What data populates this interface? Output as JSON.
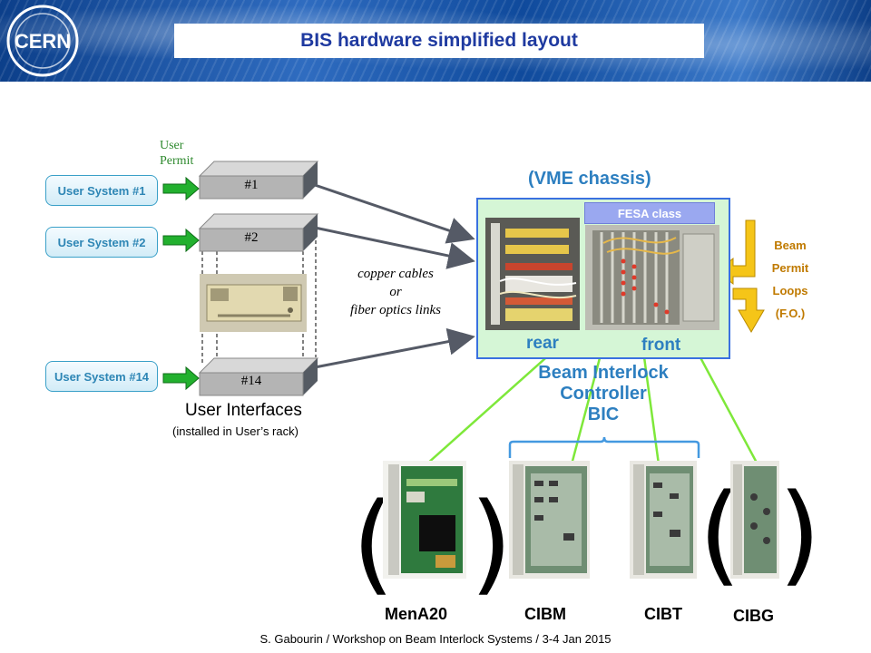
{
  "title": "BIS hardware simplified layout",
  "user_permit": "User Permit",
  "user_systems": [
    "User System #1",
    "User System #2",
    "User System #14"
  ],
  "ui_boxes": [
    "#1",
    "#2",
    "#14"
  ],
  "user_interfaces_title": "User Interfaces",
  "user_interfaces_sub": "(installed in User’s rack)",
  "cables_label": [
    "copper cables",
    "or",
    "fiber optics links"
  ],
  "vme_label": "(VME chassis)",
  "fesa_label": "FESA class",
  "rear_label": "rear",
  "front_label": "front",
  "bic_label": [
    "Beam Interlock",
    "Controller",
    "BIC"
  ],
  "beam_permit": [
    "Beam",
    "Permit",
    "Loops",
    "(F.O.)"
  ],
  "boards": [
    "MenA20",
    "CIBM",
    "CIBT",
    "CIBG"
  ],
  "footer": "S. Gabourin / Workshop on Beam Interlock Systems / 3-4 Jan 2015",
  "colors": {
    "title": "#1f3aa0",
    "user_system": "#2e86b5",
    "vme_fill": "#d5f6d6",
    "vme_border": "#3a70e0",
    "link_line": "#7ee83a",
    "arrow_green": "#22b02e",
    "beam_arrow": "#f5c518"
  }
}
